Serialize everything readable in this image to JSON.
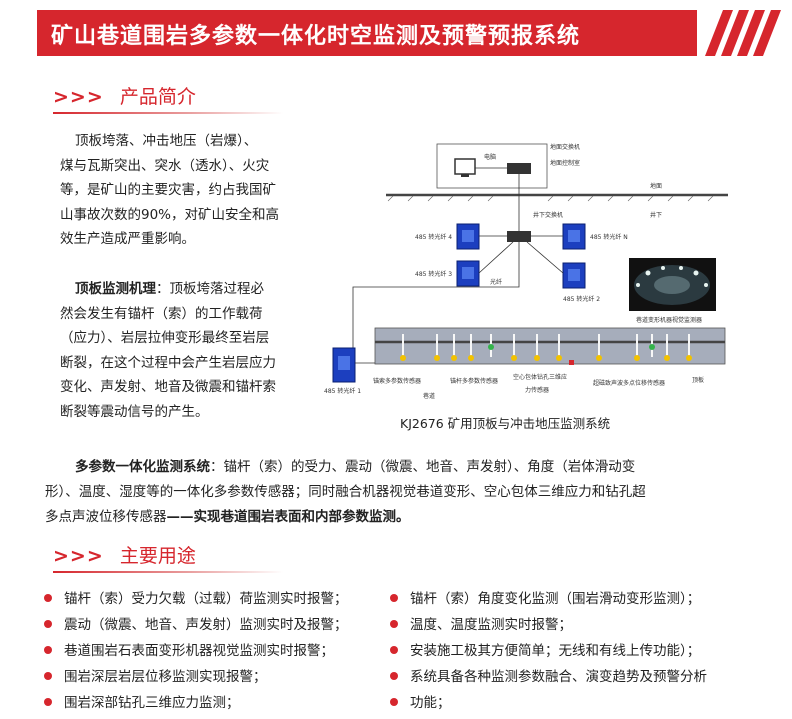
{
  "header": {
    "title": "矿山巷道围岩多参数一体化时空监测及预警预报系统",
    "brand_color": "#d6262d"
  },
  "section1": {
    "arrows": ">>>",
    "title": "产品简介"
  },
  "intro": {
    "line1": "顶板垮落、冲击地压（岩爆）、",
    "line2": "煤与瓦斯突出、突水（透水）、火灾",
    "line3": "等，是矿山的主要灾害，约占我国矿",
    "line4": "山事故次数的90%，对矿山安全和高",
    "line5": "效生产造成严重影响。"
  },
  "mechanism": {
    "label": "顶板监测机理",
    "line1_rest": "：顶板垮落过程必",
    "line2": "然会发生有锚杆（索）的工作载荷",
    "line3": "（应力）、岩层拉伸变形最终至岩层",
    "line4": "断裂，在这个过程中会产生岩层应力",
    "line5": "变化、声发射、地音及微震和锚杆索",
    "line6": "断裂等震动信号的产生。"
  },
  "diagram": {
    "caption": "KJ2676 矿用顶板与冲击地压监测系统",
    "labels": {
      "computer": "电脑",
      "surface_switch": "地面交换机",
      "control_room": "地面控制室",
      "ground": "地面",
      "underground": "井下",
      "underground_switch": "井下交换机",
      "conv4": "485 转光纤 4",
      "convN": "485 转光纤 N",
      "conv3": "485 转光纤 3",
      "fiber": "光纤",
      "conv2": "485 转光纤 2",
      "conv1": "485 转光纤 1",
      "vision": "巷道变形机器视觉监测器",
      "anchor_sensor": "锚索多参数传感器",
      "bolt_sensor": "锚杆多参数传感器",
      "roadway": "巷道",
      "hollow_cell_1": "空心包体钻孔三维应",
      "hollow_cell_2": "力传感器",
      "ultrasonic": "超磁致声波多点位移传感器",
      "roof": "顶板"
    }
  },
  "multi": {
    "label": "多参数一体化监测系统",
    "text1": "：锚杆（索）的受力、震动（微震、地音、声发射）、角度（岩体滑动变",
    "text2": "形）、温度、湿度等的一体化多参数传感器；同时融合机器视觉巷道变形、空心包体三维应力和钻孔超",
    "text3": "多点声波位移传感器",
    "text3_bold": "——实现巷道围岩表面和内部参数监测。"
  },
  "section2": {
    "arrows": ">>>",
    "title": "主要用途"
  },
  "uses_left": [
    "锚杆（索）受力欠载（过载）荷监测实时报警；",
    "震动（微震、地音、声发射）监测实时及报警；",
    "巷道围岩石表面变形机器视觉监测实时报警；",
    "围岩深层岩层位移监测实现报警；",
    "围岩深部钻孔三维应力监测；"
  ],
  "uses_right": [
    "锚杆（索）角度变化监测（围岩滑动变形监测）；",
    "温度、温度监测实时报警；",
    "安装施工极其方便简单；无线和有线上传功能）；",
    "系统具备各种监测参数融合、演变趋势及预警分析",
    "功能；"
  ]
}
